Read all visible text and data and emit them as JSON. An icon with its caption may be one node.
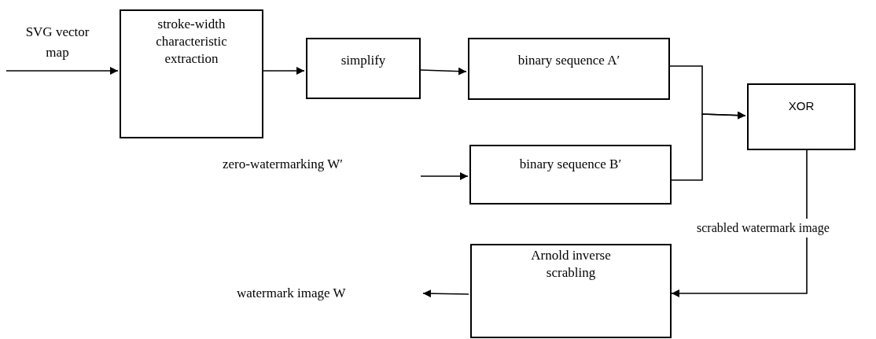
{
  "diagram": {
    "nodes": [
      {
        "text": [
          "stroke-width characteristic extraction"
        ]
      },
      {
        "text": [
          "simplify"
        ]
      },
      {
        "text": [
          "binary sequence A′"
        ]
      },
      {
        "text": [
          "binary sequence B′"
        ]
      },
      {
        "text": [
          "XOR"
        ]
      },
      {
        "text": [
          "Arnold inverse scrabling"
        ]
      }
    ],
    "edges": [
      {
        "from": null,
        "to": 0,
        "arrow": "to"
      },
      {
        "from": 0,
        "to": 1,
        "arrow": "to"
      },
      {
        "from": 1,
        "to": 2,
        "arrow": "to"
      },
      {
        "from": 2,
        "to": 4,
        "arrow": "to"
      },
      {
        "from": 3,
        "to": 4,
        "arrow": "to"
      },
      {
        "from": 4,
        "to": 5,
        "arrow": "to",
        "label": "scrabled watermark image"
      },
      {
        "from": 5,
        "to": null,
        "arrow": "to"
      },
      {
        "from": null,
        "to": 3,
        "arrow": "to"
      }
    ],
    "labels": [
      "SVG vector map",
      "zero-watermarking W′",
      "watermark image W"
    ]
  }
}
